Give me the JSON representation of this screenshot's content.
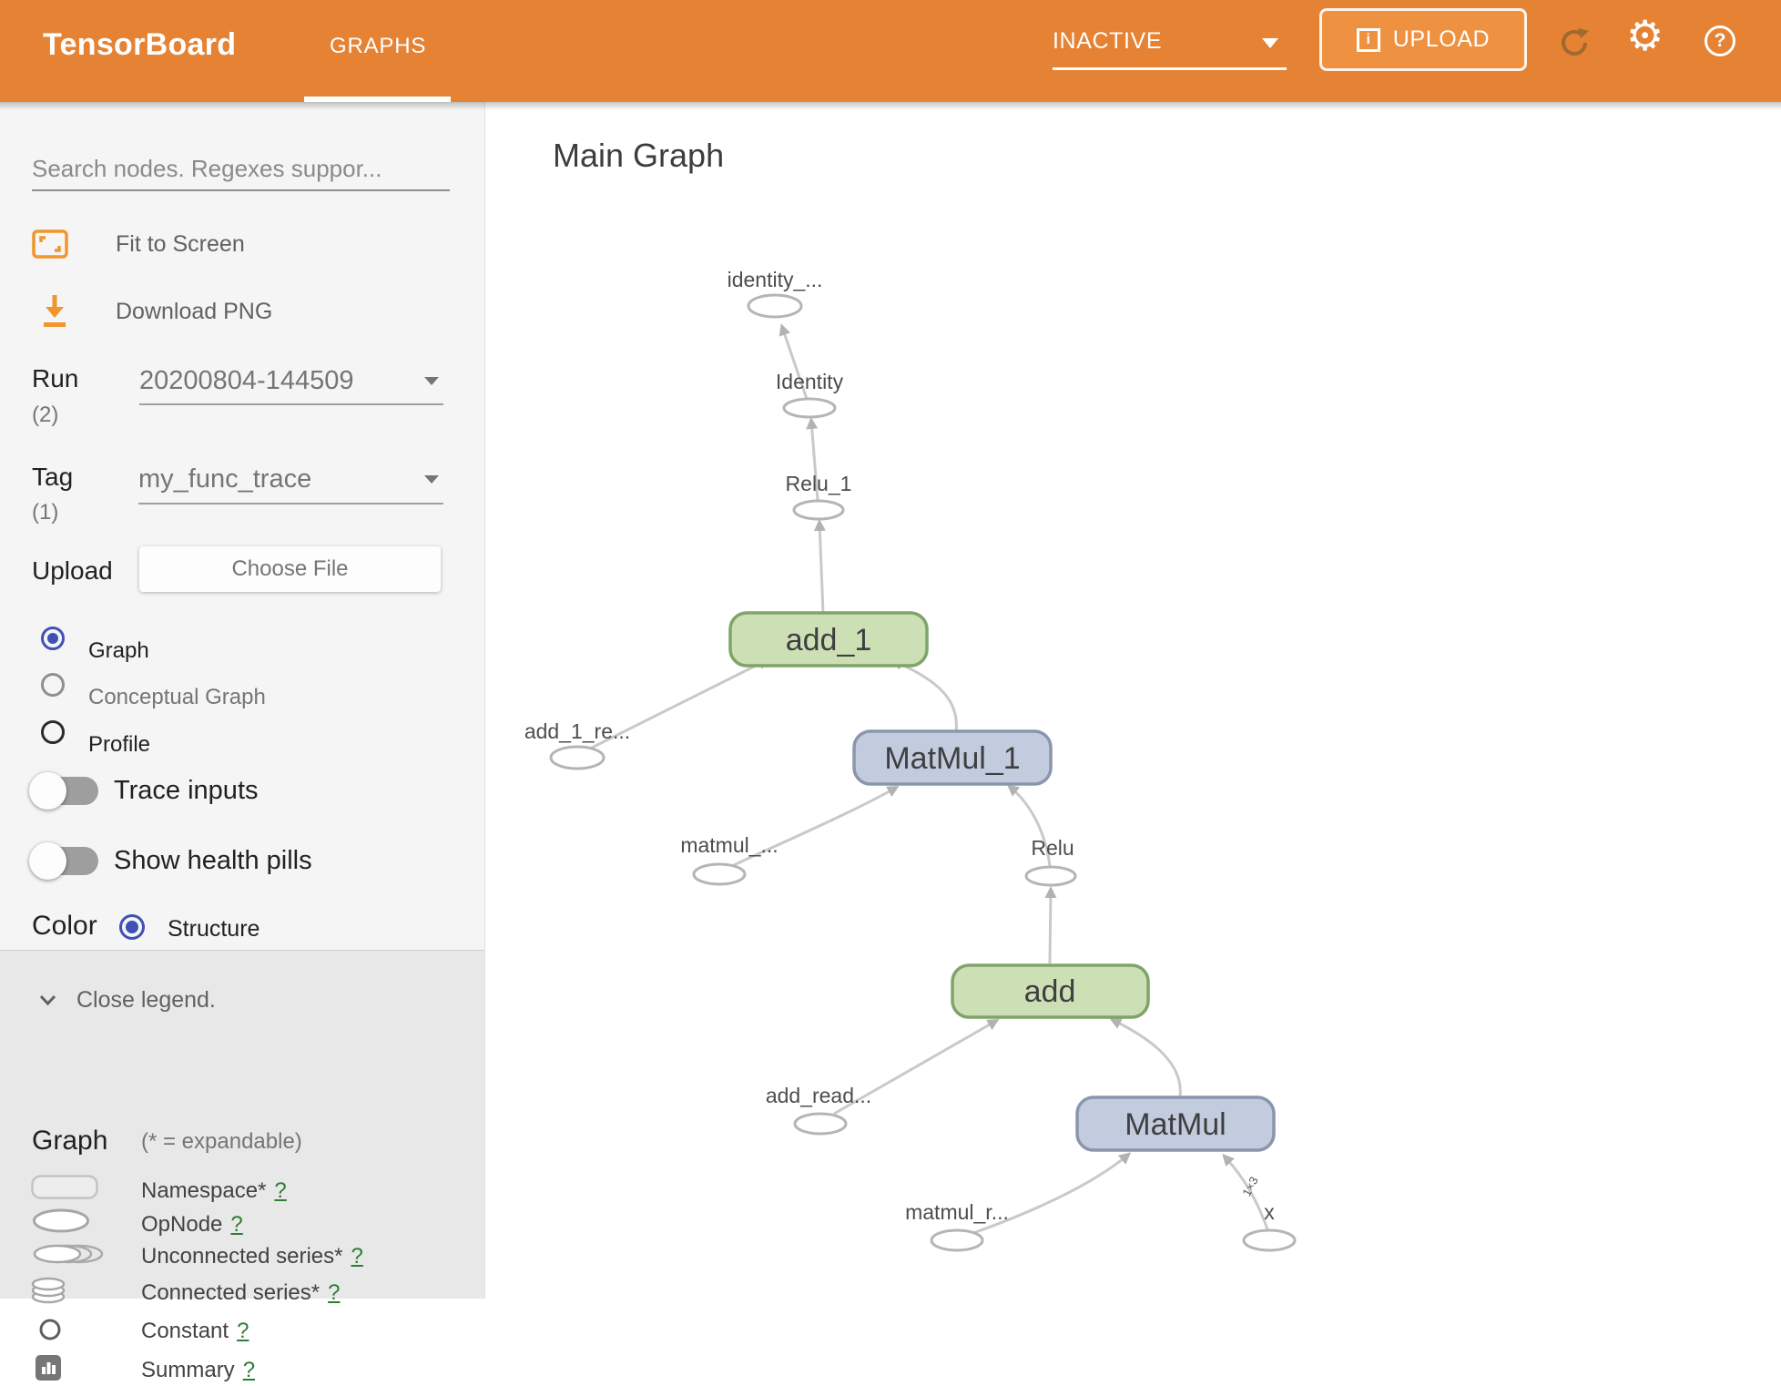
{
  "header": {
    "logo": "TensorBoard",
    "tab": "GRAPHS",
    "status": "INACTIVE",
    "upload": "UPLOAD",
    "info_glyph": "i",
    "gear_glyph": "⚙",
    "help_glyph": "?"
  },
  "sidebar": {
    "search_placeholder": "Search nodes. Regexes suppor...",
    "fit_to_screen": "Fit to Screen",
    "download_png": "Download PNG",
    "run": {
      "label": "Run",
      "count": "(2)",
      "value": "20200804-144509"
    },
    "tag": {
      "label": "Tag",
      "count": "(1)",
      "value": "my_func_trace"
    },
    "upload": {
      "label": "Upload",
      "button": "Choose File"
    },
    "views": {
      "graph": "Graph",
      "conceptual": "Conceptual Graph",
      "profile": "Profile"
    },
    "toggles": {
      "trace_inputs": "Trace inputs",
      "health_pills": "Show health pills"
    },
    "color": {
      "label": "Color",
      "mode": "Structure"
    }
  },
  "legend": {
    "close": "Close legend.",
    "heading": "Graph",
    "note": "(* = expandable)",
    "items": [
      {
        "label": "Namespace*",
        "help": "?"
      },
      {
        "label": "OpNode",
        "help": "?"
      },
      {
        "label": "Unconnected series*",
        "help": "?"
      },
      {
        "label": "Connected series*",
        "help": "?"
      },
      {
        "label": "Constant",
        "help": "?"
      },
      {
        "label": "Summary",
        "help": "?"
      }
    ]
  },
  "main": {
    "title": "Main Graph"
  },
  "graph": {
    "nodes": {
      "identity_out": "identity_...",
      "identity": "Identity",
      "relu_1": "Relu_1",
      "add_1": "add_1",
      "add_1_read": "add_1_re...",
      "matmul_1": "MatMul_1",
      "matmul_read2": "matmul_...",
      "relu": "Relu",
      "add": "add",
      "add_read": "add_read...",
      "matmul": "MatMul",
      "matmul_read": "matmul_r...",
      "x": "x"
    },
    "edge_label": "1×3"
  },
  "colors": {
    "header": "#e58233",
    "accent_orange": "#f0962d",
    "radio_selected_blue": "#3f51b5",
    "green_node_fill": "#cde0b5",
    "green_node_stroke": "#7fa469",
    "blue_node_fill": "#c3cbdf",
    "blue_node_stroke": "#8b95ac",
    "help_link_green": "#2e7d32",
    "sidebar_bg": "#f5f5f5",
    "legend_bg": "#e8e8e8"
  }
}
